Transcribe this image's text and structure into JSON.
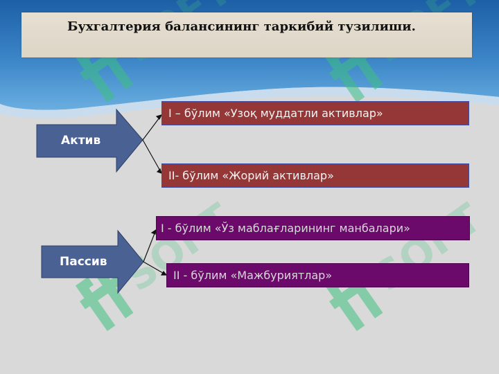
{
  "title": "Бухгалтерия балансининг таркибий тузилиши.",
  "watermark": {
    "text": "SOFT",
    "color": "#3fbf80"
  },
  "groups": [
    {
      "label": "Актив",
      "color": "#4a6194",
      "items": [
        {
          "text": "I – бўлим «Узоқ муддатли активлар»",
          "color": "#953737"
        },
        {
          "text": "II- бўлим «Жорий активлар»",
          "color": "#953737"
        }
      ]
    },
    {
      "label": "Пассив",
      "color": "#4a6194",
      "items": [
        {
          "text": "I - бўлим «Ўз маблағларининг манбалари»",
          "color": "#6b0a6b"
        },
        {
          "text": "II - бўлим «Мажбуриятлар»",
          "color": "#6b0a6b"
        }
      ]
    }
  ]
}
